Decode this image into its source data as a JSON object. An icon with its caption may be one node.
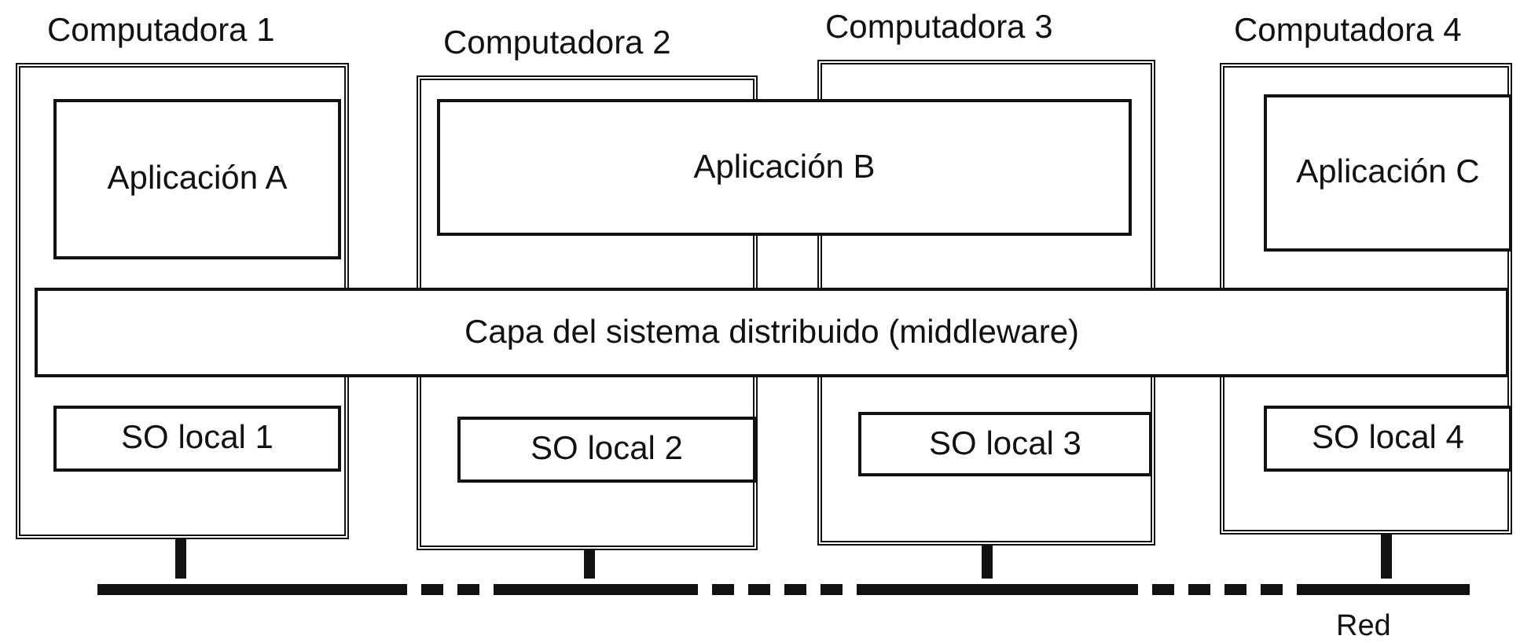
{
  "diagram": {
    "nodes": [
      {
        "text": [
          "Computadora 1"
        ]
      },
      {
        "text": [
          "Computadora 2"
        ]
      },
      {
        "text": [
          "Computadora 3"
        ]
      },
      {
        "text": [
          "Computadora 4"
        ]
      },
      {
        "text": [
          "Aplicación A"
        ],
        "in": 0
      },
      {
        "text": [
          "Aplicación B"
        ]
      },
      {
        "text": [
          "Aplicación C"
        ],
        "in": 3
      },
      {
        "text": [
          "Capa del sistema distribuido (middleware)"
        ]
      },
      {
        "text": [
          "SO local 1"
        ],
        "in": 0
      },
      {
        "text": [
          "SO local 2"
        ],
        "in": 1
      },
      {
        "text": [
          "SO local 3"
        ],
        "in": 2
      },
      {
        "text": [
          "SO local 4"
        ],
        "in": 3
      },
      {
        "text": [],
        "shape": "bar",
        "beside": [
          "Red"
        ]
      }
    ],
    "edges": [
      {
        "from": 0,
        "to": 12,
        "arrow": "none"
      },
      {
        "from": 1,
        "to": 12,
        "arrow": "none"
      },
      {
        "from": 2,
        "to": 12,
        "arrow": "none"
      },
      {
        "from": 3,
        "to": 12,
        "arrow": "none"
      }
    ]
  }
}
